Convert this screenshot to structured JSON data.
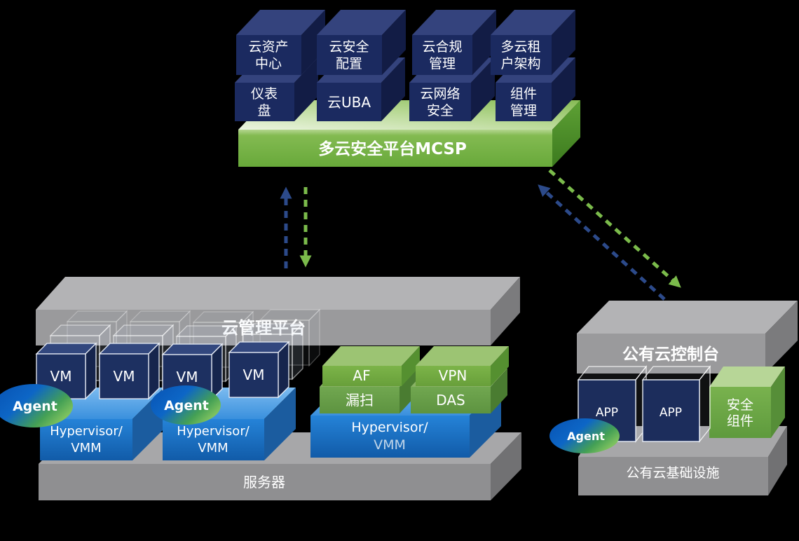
{
  "mcsp": {
    "platform_label": "多云安全平台MCSP",
    "modules": [
      {
        "line1": "云资产",
        "line2": "中心"
      },
      {
        "line1": "云安全",
        "line2": "配置"
      },
      {
        "line1": "云合规",
        "line2": "管理"
      },
      {
        "line1": "多云租",
        "line2": "户架构"
      },
      {
        "line1": "仪表",
        "line2": "盘"
      },
      {
        "line1": "云UBA",
        "line2": ""
      },
      {
        "line1": "云网络",
        "line2": "安全"
      },
      {
        "line1": "组件",
        "line2": "管理"
      }
    ]
  },
  "management": {
    "platform_label": "云管理平台",
    "server_label": "服务器",
    "vm_label": "VM",
    "agent_label": "Agent",
    "hypervisor": {
      "line1": "Hypervisor/",
      "line2": "VMM"
    },
    "security_boxes": [
      {
        "label": "AF"
      },
      {
        "label": "VPN"
      },
      {
        "label": "漏扫"
      },
      {
        "label": "DAS"
      }
    ]
  },
  "public_cloud": {
    "console_label": "公有云控制台",
    "infrastructure_label": "公有云基础设施",
    "app_label": "APP",
    "agent_label": "Agent",
    "security_component": {
      "line1": "安全",
      "line2": "组件"
    }
  },
  "colors": {
    "background": "#000000",
    "navy_box": "#1b2a60",
    "mcsp_green": "#76b344",
    "hypervisor_blue": "#1e78cc",
    "platform_gray": "#9a9a9c",
    "agent_blue": "#0d66c6",
    "agent_green": "#5fb45a",
    "arrow_blue": "#2c4a8a",
    "arrow_green": "#7bbb4b"
  }
}
